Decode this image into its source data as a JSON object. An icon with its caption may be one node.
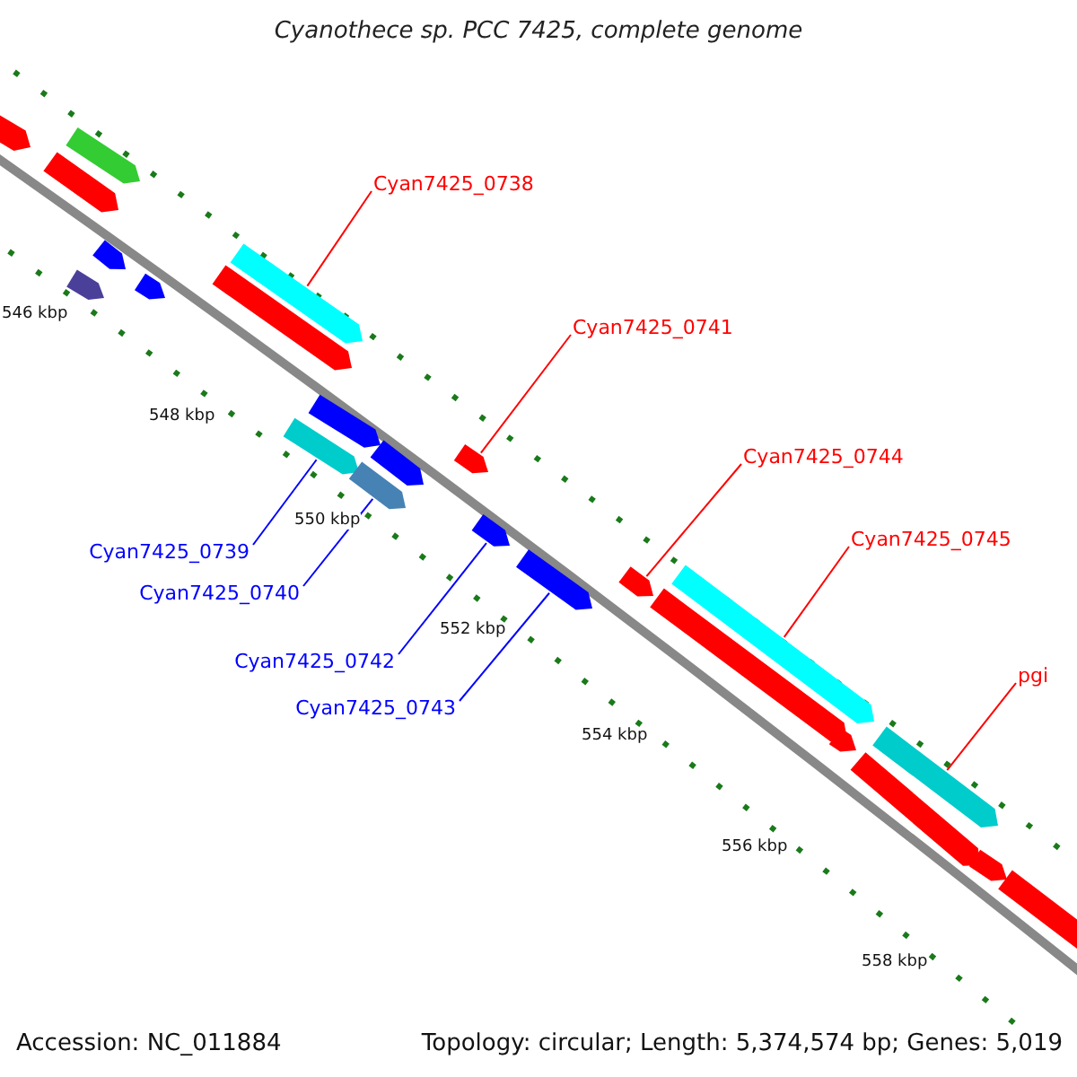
{
  "diagram": {
    "title": "Cyanothece sp. PCC 7425, complete genome",
    "nodes": [
      {
        "text": [
          "Cyan7425_0738"
        ]
      },
      {
        "text": [],
        "shape": "bar"
      },
      {
        "text": [
          "Cyan7425_0741"
        ]
      },
      {
        "text": [],
        "shape": "bar"
      },
      {
        "text": [
          "Cyan7425_0744"
        ]
      },
      {
        "text": [],
        "shape": "bar"
      },
      {
        "text": [
          "Cyan7425_0745"
        ]
      },
      {
        "text": [],
        "shape": "bar"
      },
      {
        "text": [
          "pgi"
        ]
      },
      {
        "text": [],
        "shape": "bar"
      },
      {
        "text": [
          "Cyan7425_0739"
        ]
      },
      {
        "text": [],
        "shape": "bar"
      },
      {
        "text": [
          "Cyan7425_0740"
        ]
      },
      {
        "text": [],
        "shape": "bar"
      },
      {
        "text": [
          "Cyan7425_0742"
        ]
      },
      {
        "text": [],
        "shape": "bar"
      },
      {
        "text": [
          "Cyan7425_0743"
        ]
      },
      {
        "text": [],
        "shape": "bar"
      },
      {
        "text": [],
        "shape": "bar"
      },
      {
        "text": [],
        "shape": "bar"
      },
      {
        "text": [],
        "shape": "bar"
      },
      {
        "text": [],
        "shape": "bar"
      },
      {
        "text": [],
        "shape": "bar"
      },
      {
        "text": [],
        "shape": "bar"
      },
      {
        "text": [],
        "shape": "bar"
      },
      {
        "text": [],
        "shape": "bar"
      },
      {
        "text": [],
        "shape": "bar"
      },
      {
        "text": [],
        "shape": "bar"
      },
      {
        "text": [],
        "shape": "bar"
      },
      {
        "text": [],
        "shape": "bar"
      },
      {
        "text": [],
        "shape": "bar"
      },
      {
        "text": [],
        "shape": "bar"
      }
    ],
    "edges": [
      {
        "from": 0,
        "to": 1,
        "arrow": "none"
      },
      {
        "from": 2,
        "to": 3,
        "arrow": "none"
      },
      {
        "from": 4,
        "to": 5,
        "arrow": "none"
      },
      {
        "from": 6,
        "to": 7,
        "arrow": "none"
      },
      {
        "from": 8,
        "to": 9,
        "arrow": "none"
      },
      {
        "from": 10,
        "to": 11,
        "arrow": "none",
        "color": "#0000ff"
      },
      {
        "from": 12,
        "to": 13,
        "arrow": "none",
        "color": "#0000ff"
      },
      {
        "from": 14,
        "to": 15,
        "arrow": "none",
        "color": "#0000ff"
      },
      {
        "from": 16,
        "to": 17,
        "arrow": "none",
        "color": "#0000ff"
      }
    ],
    "labels": [
      "546 kbp",
      "548 kbp",
      "550 kbp",
      "552 kbp",
      "554 kbp",
      "556 kbp",
      "558 kbp",
      "Accession: NC_011884",
      "Topology: circular; Length: 5,374,574 bp; Genes: 5,019"
    ]
  }
}
